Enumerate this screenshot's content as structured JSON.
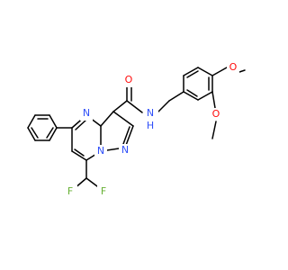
{
  "structure": {
    "atom_labels": {
      "amide_oxygen": "O",
      "amide_nitrogen": "N",
      "amide_h": "H",
      "methoxy_oxygen_top": "O",
      "methoxy_oxygen_bottom": "O",
      "ring_nitrogen_n4": "N",
      "ring_nitrogen_n8": "N",
      "ring_nitrogen_n1": "N",
      "fluorine_left": "F",
      "fluorine_right": "F"
    }
  },
  "colors": {
    "bond": "#000000",
    "oxygen": "#ff0d0d",
    "nitrogen": "#3050f8",
    "fluorine": "#66b033"
  }
}
